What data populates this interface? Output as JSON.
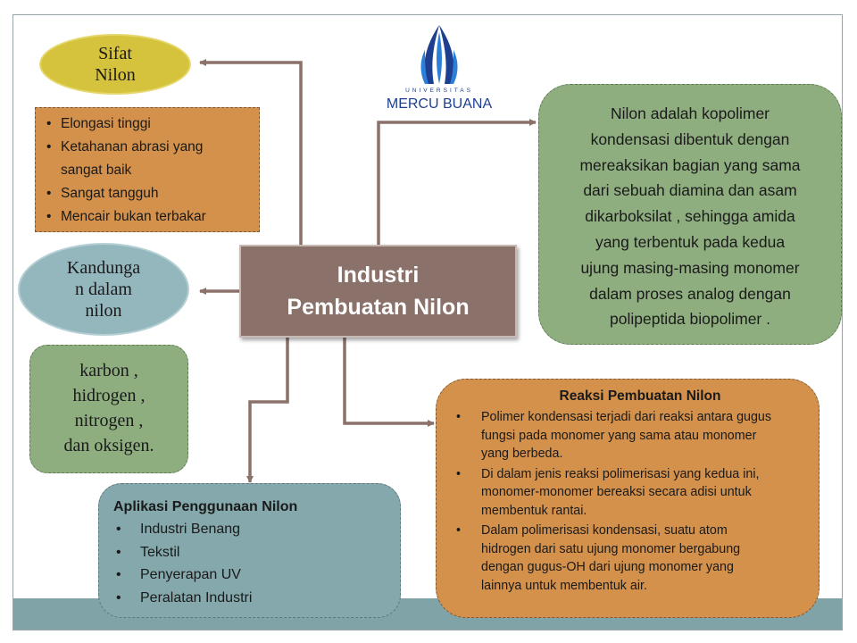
{
  "logo": {
    "university": "UNIVERSITAS",
    "name": "MERCU BUANA",
    "colors": {
      "primary": "#1e3f8f",
      "accent": "#2c7fd6"
    }
  },
  "center": {
    "line1": "Industri",
    "line2": "Pembuatan Nilon"
  },
  "sifat": {
    "title_line1": "Sifat",
    "title_line2": "Nilon",
    "items": [
      "Elongasi tinggi",
      "Ketahanan abrasi yang sangat baik",
      " Sangat tangguh",
      " Mencair bukan terbakar"
    ],
    "item2_line1": "Ketahanan abrasi yang",
    "item2_line2": "sangat baik"
  },
  "kandungan": {
    "title_lines": [
      "Kandunga",
      "n dalam",
      "nilon"
    ],
    "elements_lines": [
      "karbon ,",
      "hidrogen ,",
      "nitrogen ,",
      "dan oksigen."
    ]
  },
  "definisi": {
    "lines": [
      "Nilon adalah kopolimer",
      "kondensasi dibentuk dengan",
      "mereaksikan bagian yang sama",
      "dari sebuah diamina dan asam",
      "dikarboksilat , sehingga amida",
      "yang terbentuk pada kedua",
      "ujung masing-masing monomer",
      "dalam proses analog dengan",
      "polipeptida biopolimer ."
    ]
  },
  "reaksi": {
    "title": "Reaksi Pembuatan Nilon",
    "items": [
      {
        "lines": [
          "Polimer kondensasi terjadi dari reaksi antara gugus",
          "fungsi pada monomer yang sama atau monomer",
          "yang berbeda."
        ]
      },
      {
        "lines": [
          "Di dalam jenis reaksi polimerisasi yang kedua ini,",
          "monomer-monomer bereaksi secara adisi untuk",
          "membentuk rantai."
        ]
      },
      {
        "lines": [
          "Dalam polimerisasi kondensasi, suatu atom",
          "hidrogen dari satu ujung monomer bergabung",
          "dengan gugus-OH dari ujung monomer yang",
          "lainnya untuk membentuk air."
        ]
      }
    ]
  },
  "aplikasi": {
    "title": "Aplikasi Penggunaan Nilon",
    "items": [
      "Industri Benang",
      "Tekstil",
      "Penyerapan UV",
      "Peralatan Industri"
    ]
  },
  "colors": {
    "connector": "#8a7169",
    "center_fill": "#8a7169",
    "green_box": "#8fae80",
    "orange_box": "#d4914b",
    "teal_box": "#84a8ab",
    "yellow_ellipse": "#d6c33d",
    "bottom_band": "#7fa3a6"
  }
}
